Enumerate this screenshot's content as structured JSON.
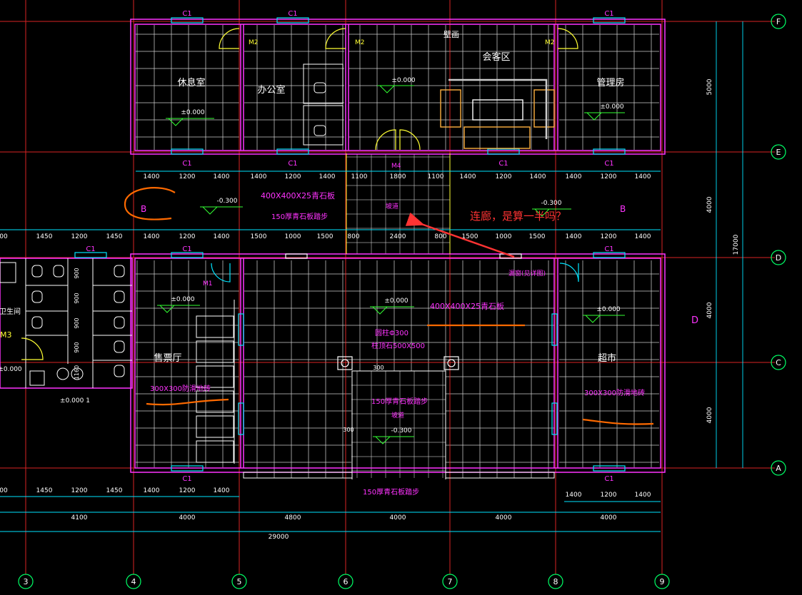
{
  "axes": {
    "vertical": [
      "3",
      "4",
      "5",
      "6",
      "7",
      "8",
      "9"
    ],
    "horizontal": [
      "F",
      "E",
      "D",
      "C",
      "A"
    ]
  },
  "rooms": {
    "rest_room": "休息室",
    "office": "办公室",
    "reception": "会客区",
    "management": "管理房",
    "ticket_hall": "售票厅",
    "supermarket": "超市",
    "toilet": "卫生间"
  },
  "labels": {
    "mural": "壁画",
    "window_c1": "C1",
    "door_m1": "M1",
    "door_m2": "M2",
    "door_m3": "M3",
    "door_m4": "M4",
    "section_b": "B",
    "section_d": "D",
    "hollow_window": "漏窗(见详图)",
    "column": "圆柱Φ300",
    "column_base": "柱顶石500X500",
    "stone_400": "400X400X25青石板",
    "stone_steps": "150厚青石板踏步",
    "tile_300": "300X300防滑地砖",
    "ramp": "坡道",
    "question": "连廊，是算一半吗？"
  },
  "levels": {
    "zero": "±0.000",
    "minus": "-0.300",
    "toilet": "±0.000 1"
  },
  "dims": {
    "total": "29000",
    "bays": [
      "4100",
      "4000",
      "4800",
      "4000",
      "4000",
      "4000"
    ],
    "right": [
      "5000",
      "4000",
      "4000",
      "4000"
    ],
    "overall_right": "17000",
    "upper_row": [
      "1400",
      "1200",
      "1400",
      "1400",
      "1200",
      "1400",
      "1100",
      "1800",
      "1100",
      "1400",
      "1200",
      "1400",
      "1400",
      "1200",
      "1400"
    ],
    "mid_row": [
      "00",
      "1450",
      "1200",
      "1450",
      "1400",
      "1200",
      "1400",
      "1500",
      "1000",
      "1500",
      "800",
      "2400",
      "800",
      "1500",
      "1000",
      "1500",
      "1400",
      "1200",
      "1400"
    ],
    "low_row": [
      "00",
      "1450",
      "1200",
      "1450",
      "1400",
      "1200",
      "1400"
    ],
    "supermarket_row": [
      "1400",
      "1200",
      "1400"
    ],
    "misc": [
      "900",
      "900",
      "900",
      "900",
      "1160",
      "300",
      "300"
    ]
  },
  "colors": {
    "axis": "#ff2a2a",
    "wall": "#ff33ff",
    "grid": "#ffffff",
    "dim": "#00e5ff",
    "text_white": "#ffffff",
    "text_magenta": "#ff33ff",
    "furniture": "#ffb040",
    "level": "#33ff33",
    "annotation": "#ff3333",
    "door": "#ffff33"
  }
}
